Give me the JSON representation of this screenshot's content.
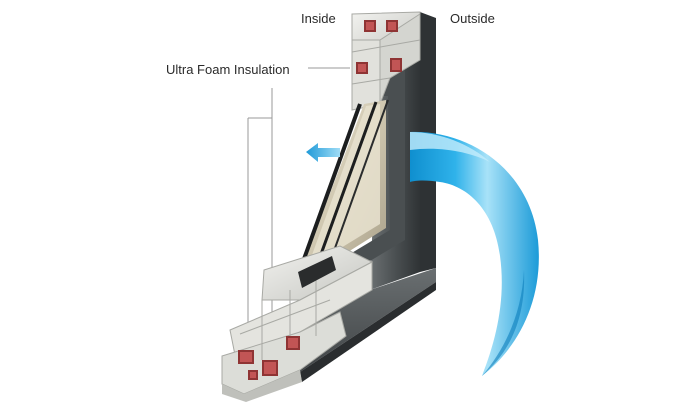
{
  "labels": {
    "inside": "Inside",
    "outside": "Outside",
    "insulation": "Ultra Foam Insulation"
  },
  "colors": {
    "frame_dark": "#3f4446",
    "frame_mid": "#5c6163",
    "frame_light": "#7a7f80",
    "vinyl_white": "#e6e6e2",
    "vinyl_shadow": "#b9bab5",
    "foam_red": "#9b3a3a",
    "glass": "#d9d4c4",
    "heat_blue": "#29a9e0",
    "heat_blue_light": "#8fd6f5",
    "leader_line": "#9a9a9a"
  },
  "icons": {
    "heat_arrow": "arrow-left-icon"
  }
}
